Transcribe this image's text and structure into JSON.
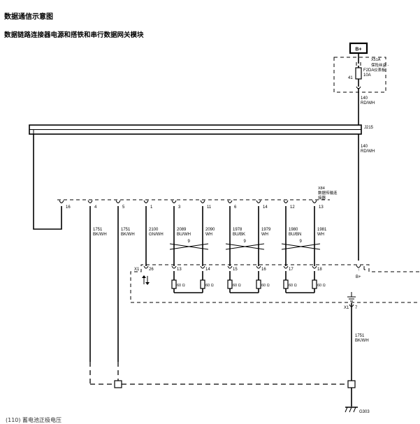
{
  "header": {
    "title": "数据通信示意图",
    "subtitle": "数据链路连接器电源和搭铁和串行数据网关模块"
  },
  "footer": {
    "text": "(110) 蓄电池正极电压"
  },
  "power": {
    "source_label": "B+",
    "fusebox_label": "X51A",
    "fusebox_desc_1": "保险丝盒 -",
    "fusebox_desc_2": "仪表板",
    "fuse_name": "F2DA",
    "fuse_rating": "10A",
    "fuse_pin": "41"
  },
  "wires": {
    "feed_upper_circuit": "140",
    "feed_upper_color": "RD/WH",
    "splice_label": "J215",
    "feed_lower_circuit": "140",
    "feed_lower_color": "RD/WH",
    "ground_circuit": "1751",
    "ground_color": "BK/WH"
  },
  "dlc": {
    "label": "X84",
    "desc_1": "数据传输连",
    "desc_2": "接器"
  },
  "dlc_pins": [
    "16",
    "4",
    "5",
    "1",
    "3",
    "11",
    "6",
    "14",
    "12",
    "13"
  ],
  "dlc_wires": [
    {
      "circuit": "1751",
      "color": "BK/WH"
    },
    {
      "circuit": "1751",
      "color": "BK/WH"
    },
    {
      "circuit": "2100",
      "color": "GN/WH"
    },
    {
      "circuit": "2089",
      "color": "BU/WH"
    },
    {
      "circuit": "2090",
      "color": "WH"
    },
    {
      "circuit": "1978",
      "color": "BU/BK"
    },
    {
      "circuit": "1979",
      "color": "WH"
    },
    {
      "circuit": "1980",
      "color": "BU/BN"
    },
    {
      "circuit": "1981",
      "color": "WH"
    }
  ],
  "twist_label": "9",
  "module": {
    "connector_label": "X1",
    "pins": [
      "26",
      "13",
      "14",
      "15",
      "16",
      "17",
      "18"
    ],
    "battery_pin_label": "B+",
    "ground_connector": "X1",
    "ground_pin": "7",
    "resistor_label": "60 Ω"
  },
  "ground": {
    "label": "G303"
  }
}
